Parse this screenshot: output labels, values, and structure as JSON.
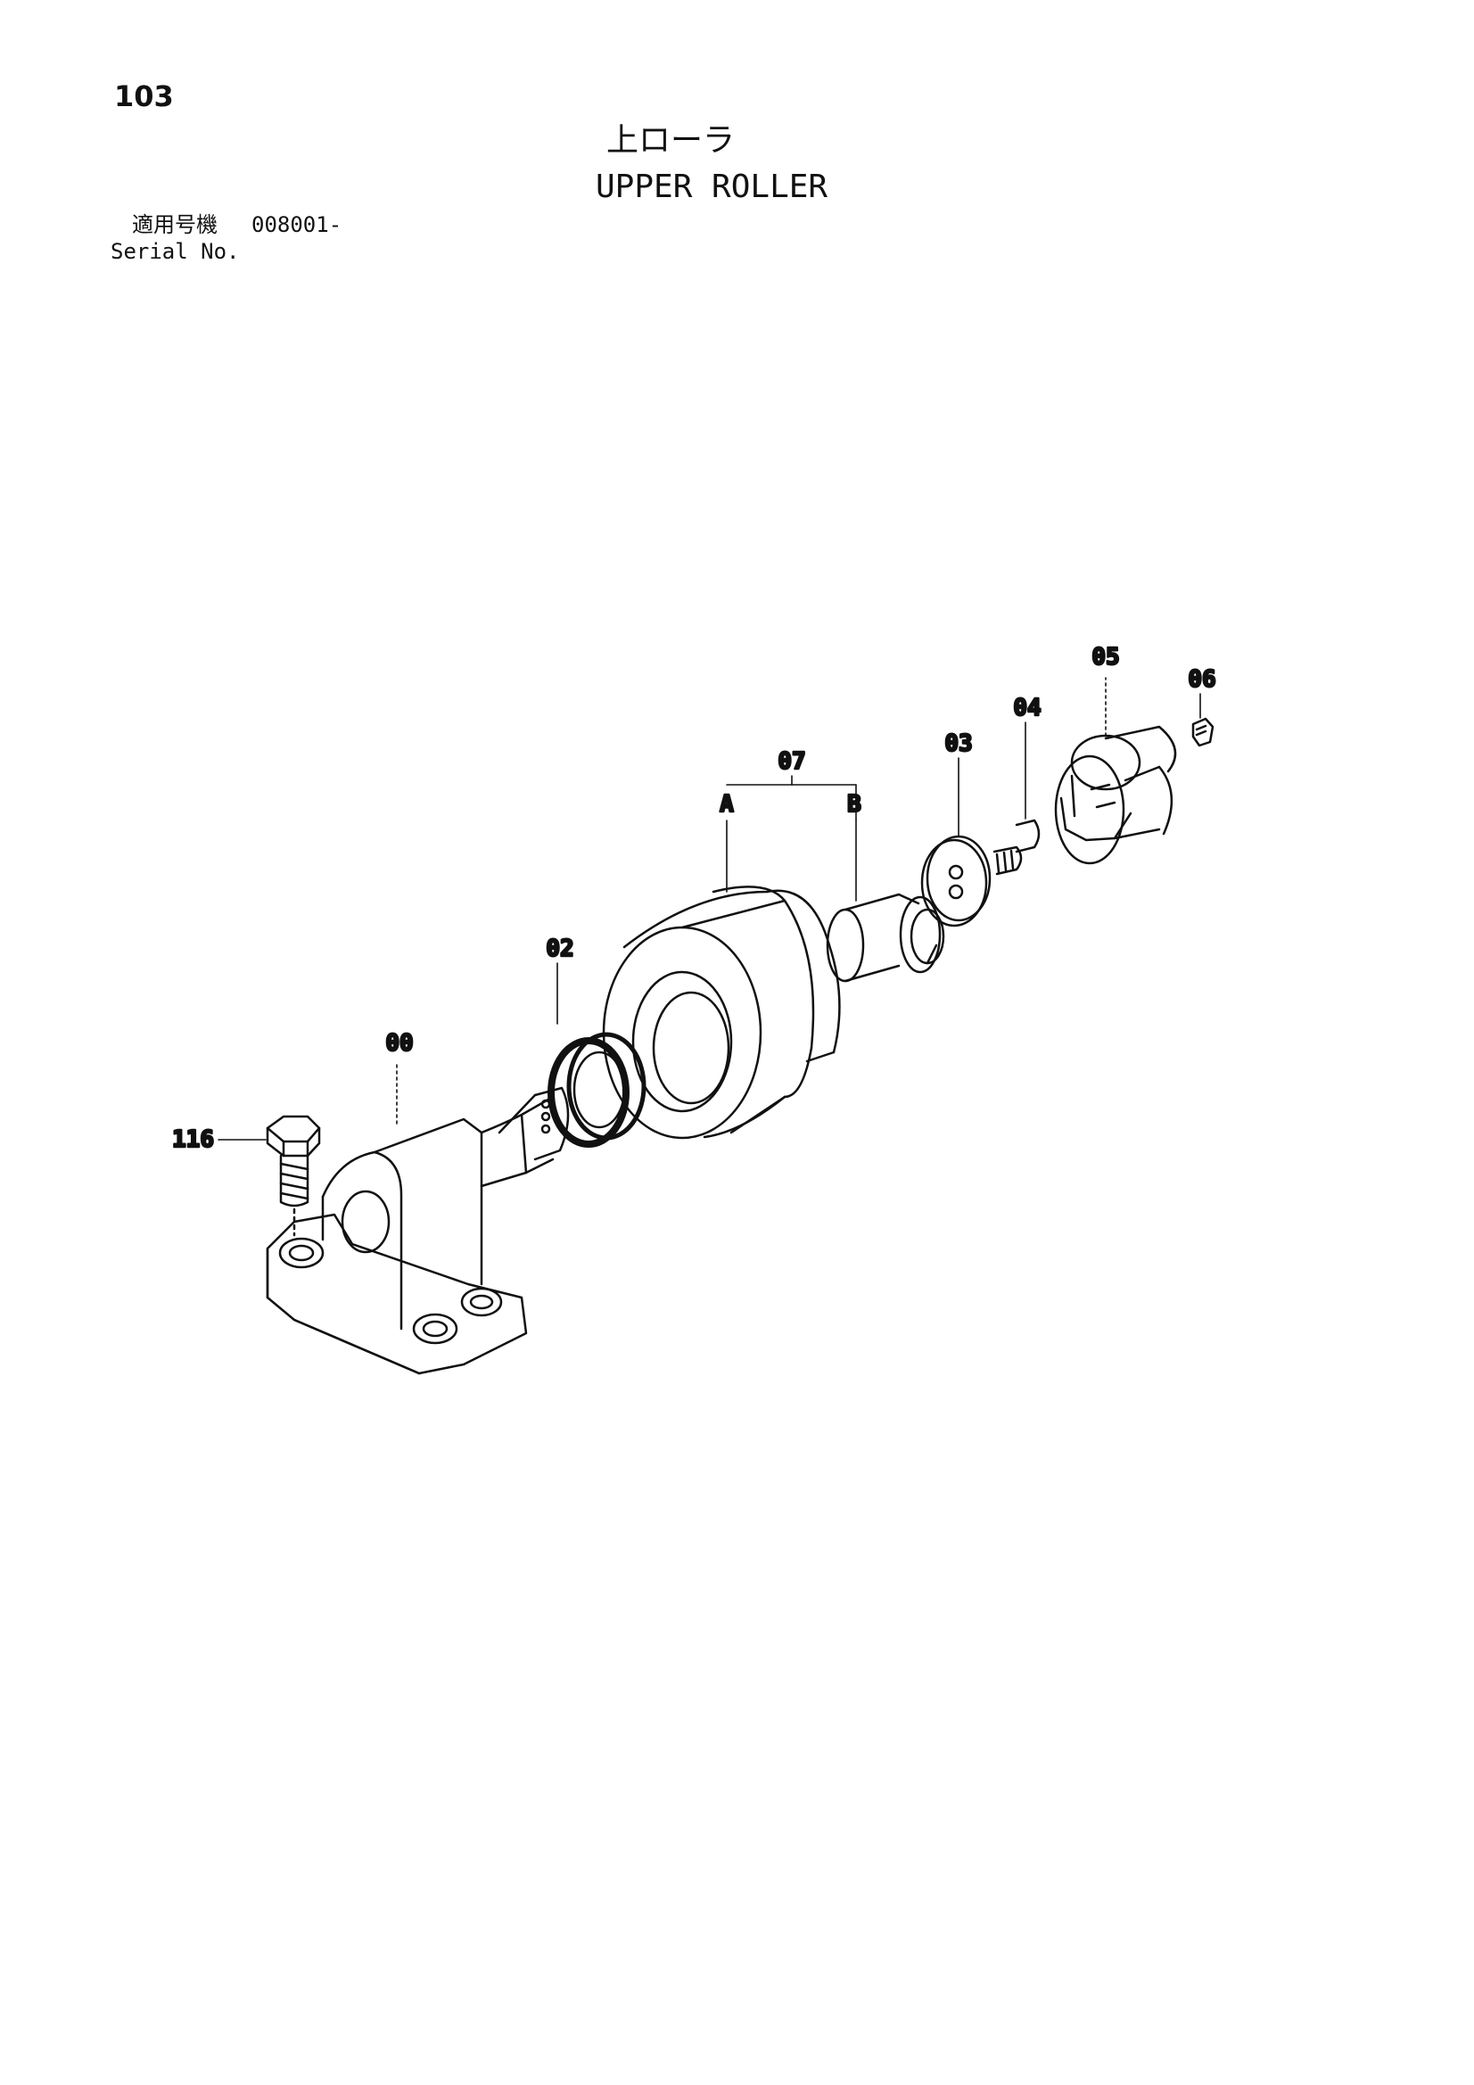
{
  "header": {
    "page_number": "103",
    "title_jp": "上ローラ",
    "title_en": "UPPER ROLLER"
  },
  "serial": {
    "label_jp": "適用号機",
    "value": "008001-",
    "label_en": "Serial No."
  },
  "callouts": {
    "c00": "00",
    "c02": "02",
    "c03": "03",
    "c04": "04",
    "c05": "05",
    "c06": "06",
    "c07": "07",
    "cA": "A",
    "cB": "B",
    "c116": "116"
  },
  "colors": {
    "ink": "#111111",
    "paper": "#ffffff"
  }
}
